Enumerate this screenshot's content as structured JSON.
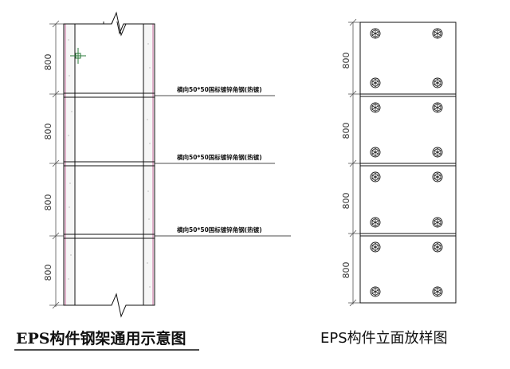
{
  "left_figure": {
    "title": "EPS构件钢架通用示意图",
    "dimension_labels": [
      "800",
      "800",
      "800",
      "800"
    ],
    "notes": [
      "横向50*50国标镀锌角钢(热镀)",
      "横向50*50国标镀锌角钢(热镀)",
      "横向50*50国标镀锌角钢(热镀)"
    ]
  },
  "right_figure": {
    "title": "EPS构件立面放样图",
    "dimension_labels": [
      "800",
      "800",
      "800",
      "800"
    ],
    "panels": [
      {
        "anchor_count": 4
      },
      {
        "anchor_count": 4
      },
      {
        "anchor_count": 4
      },
      {
        "anchor_count": 4
      }
    ]
  },
  "colors": {
    "line": "#111111",
    "dimension": "#555555",
    "frame_accent": "#c04a8a",
    "crosshair": "#2a7a3a"
  },
  "icons": [
    "anchor-bolt-icon",
    "break-line-icon",
    "crosshair-cursor-icon"
  ]
}
